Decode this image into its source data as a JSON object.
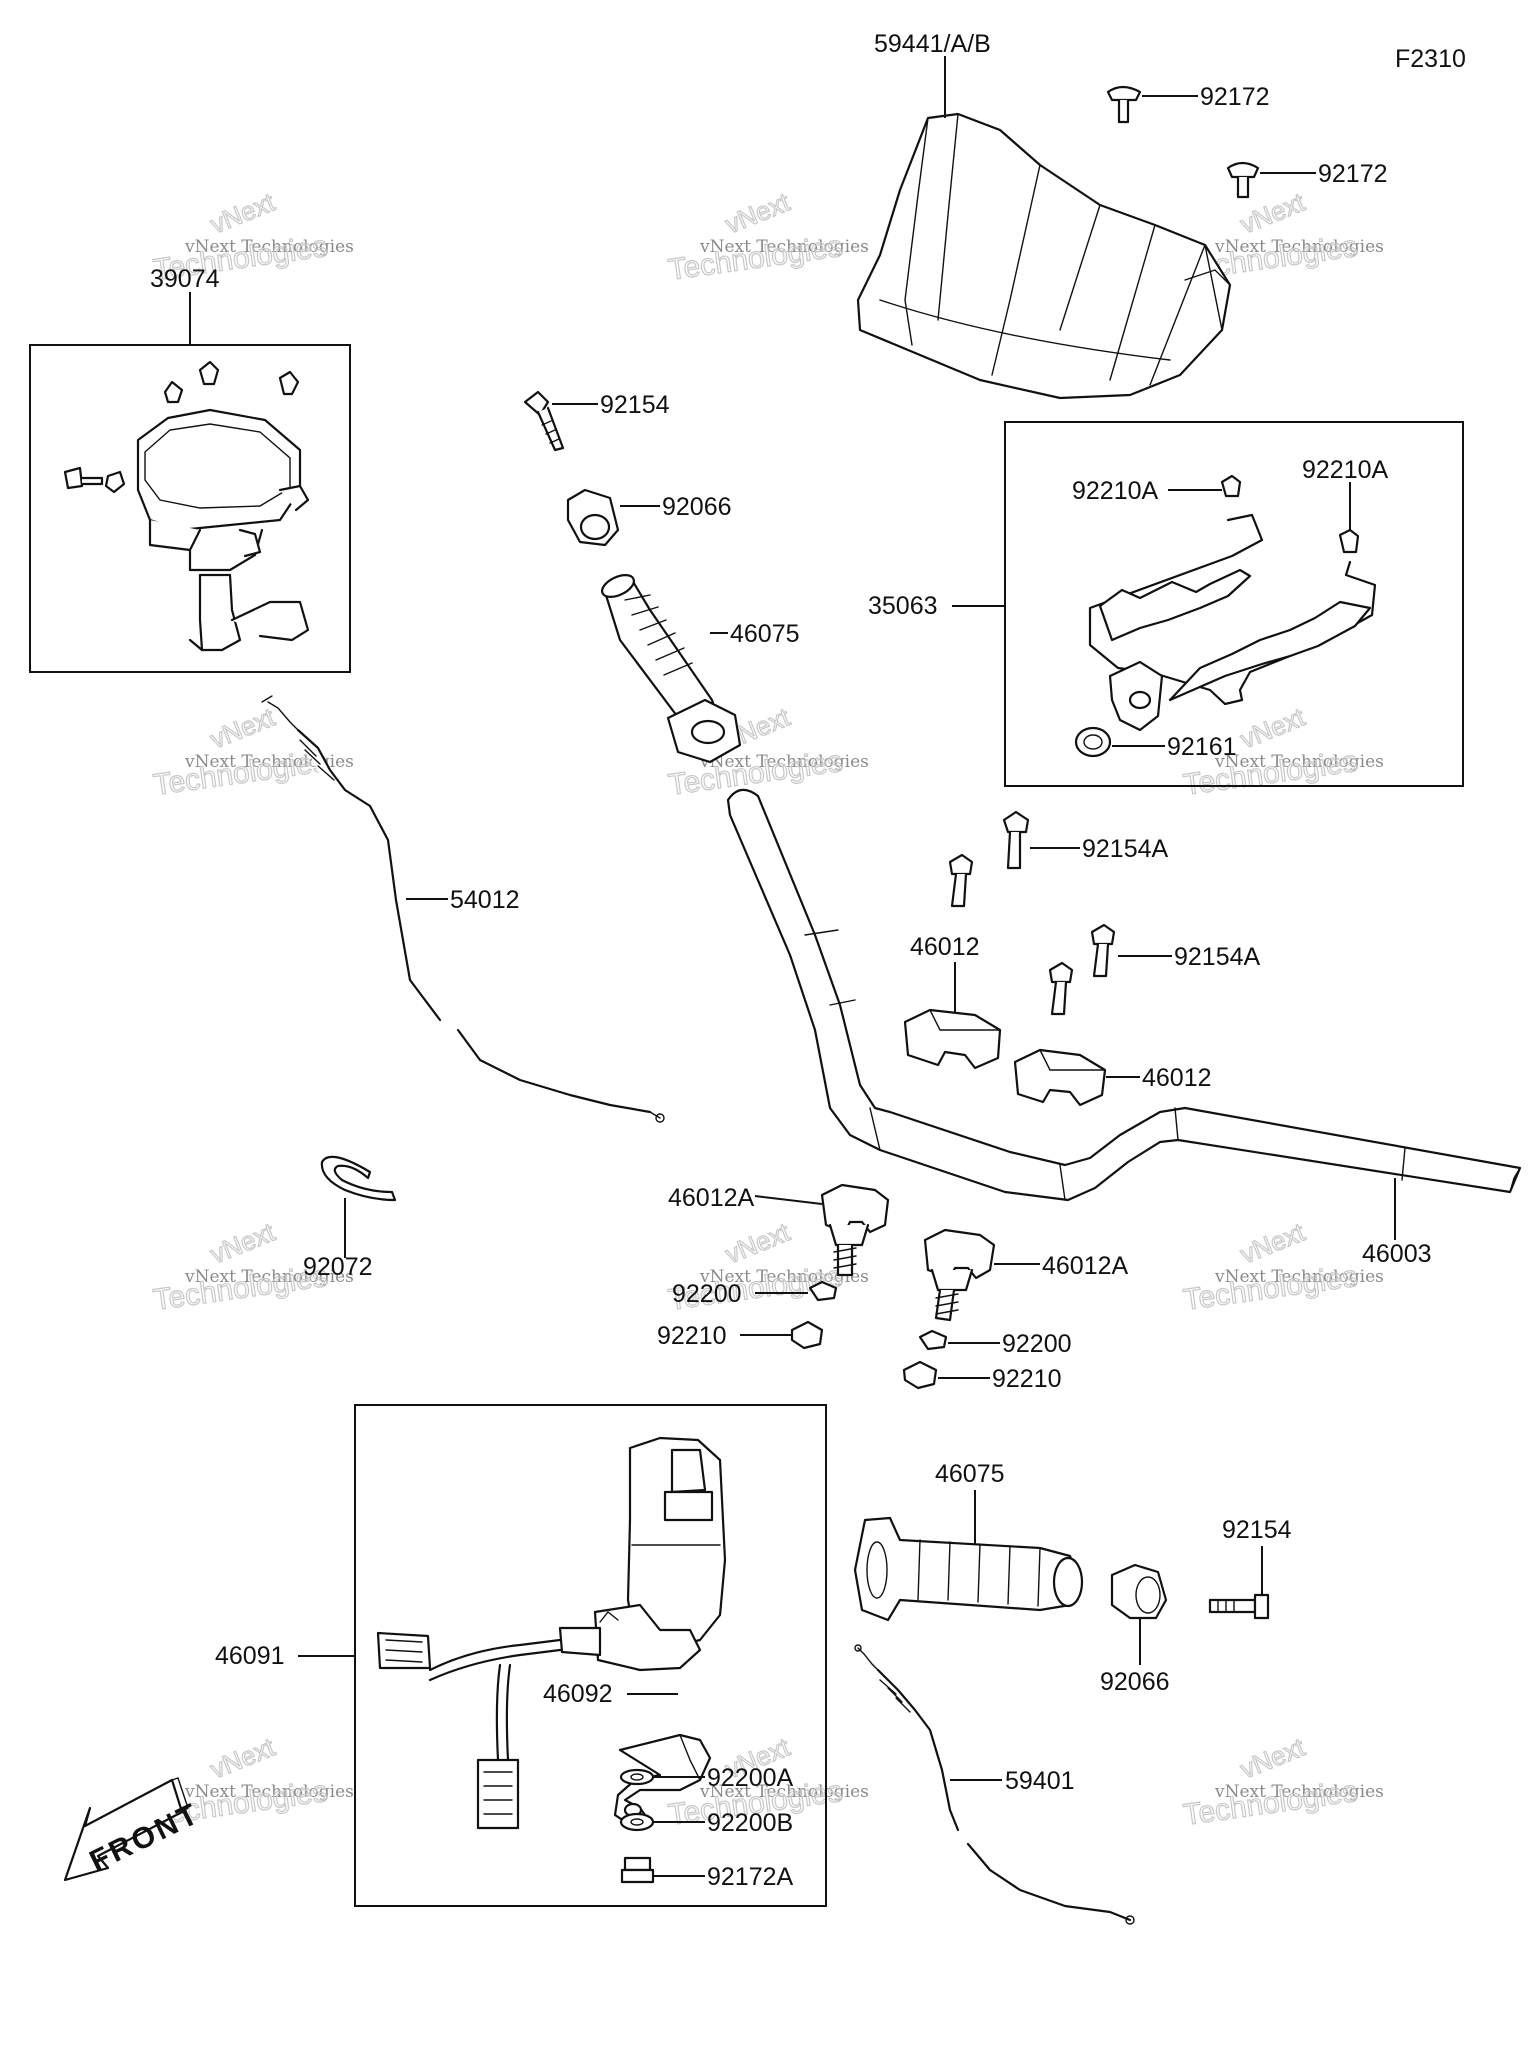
{
  "figure_code": "F2310",
  "watermark": {
    "line1": "vNext",
    "line2": "vNext Technologies",
    "line3": "Technologies"
  },
  "labels": {
    "windshield": "59441/A/B",
    "screw_top": "92172",
    "screw_top_2": "92172",
    "meter_assy": "39074",
    "bolt_grip_end": "92154",
    "weight_end": "92066",
    "grip_upper": "46075",
    "bracket": "35063",
    "nut_a": "92210A",
    "nut_a_2": "92210A",
    "grommet": "92161",
    "cable_54012": "54012",
    "bolt_a_1": "92154A",
    "bolt_a_2": "92154A",
    "holder_upper_1": "46012",
    "holder_upper_2": "46012",
    "clamp": "92072",
    "handlebar": "46003",
    "holder_lower_1": "46012A",
    "holder_lower_2": "46012A",
    "washer_1": "92200",
    "nut_1": "92210",
    "washer_2": "92200",
    "nut_2": "92210",
    "switch_assy": "46091",
    "grip_lower": "46075",
    "bolt_lower": "92154",
    "lever": "46092",
    "weight_lower": "92066",
    "washer_a": "92200A",
    "washer_b": "92200B",
    "screw_a": "92172A",
    "cable_59401": "59401",
    "front_arrow": "FRONT"
  }
}
